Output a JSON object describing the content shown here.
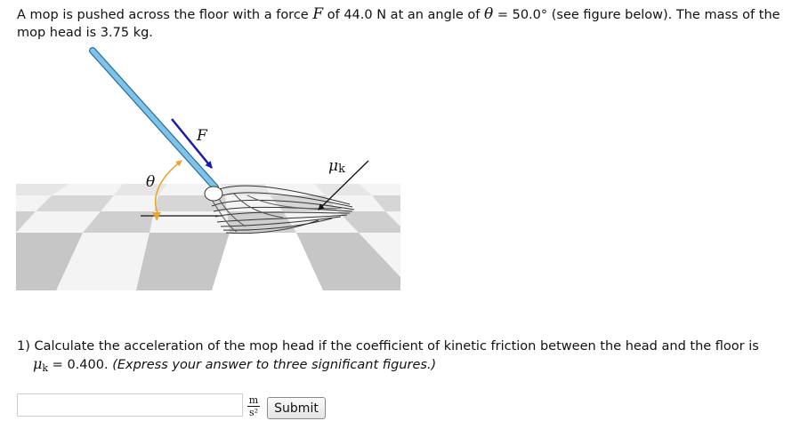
{
  "problem": {
    "text_part1": "A mop is pushed across the floor with a force ",
    "force_symbol": "F",
    "text_part2": " of 44.0 N at an angle of ",
    "angle_symbol": "θ",
    "text_part3": " = 50.0° (see figure below). The mass of the mop head is 3.75 kg."
  },
  "figure": {
    "force_label": "F",
    "angle_label": "θ",
    "mu_label": "μ",
    "mu_subscript": "k",
    "handle_color": "#7ec4ea",
    "force_arrow_color": "#1a1aa8",
    "angle_arc_color": "#e8a630"
  },
  "question": {
    "text_part1": "1) Calculate the acceleration of the mop head if the coefficient of kinetic friction between the head and the floor is",
    "mu_symbol": "μ",
    "mu_subscript": "k",
    "value_text": " = 0.400. ",
    "instruction": "(Express your answer to three significant figures.)"
  },
  "answer": {
    "value": "",
    "placeholder": "",
    "unit_numerator": "m",
    "unit_denominator": "s²"
  },
  "submit_label": "Submit"
}
